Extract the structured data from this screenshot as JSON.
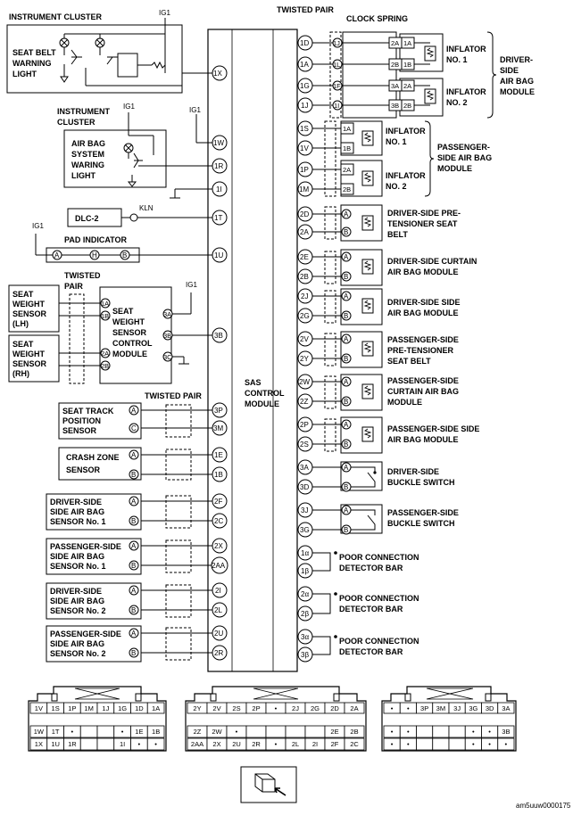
{
  "diagram": {
    "center_module": [
      "SAS",
      "CONTROL",
      "MODULE"
    ],
    "left_labels": {
      "instrument_cluster_1": "INSTRUMENT CLUSTER",
      "ig_top": "IG1",
      "seat_belt_light": [
        "SEAT BELT",
        "WARNING",
        "LIGHT"
      ],
      "instrument_cluster_2": [
        "INSTRUMENT",
        "CLUSTER"
      ],
      "ig_2": "IG1",
      "ig_3": "IG1",
      "airbag_light": [
        "AIR BAG",
        "SYSTEM",
        "WARING",
        "LIGHT"
      ],
      "dlc": "DLC-2",
      "kln": "KLN",
      "ig_pad": "IG1",
      "pad_indicator": "PAD INDICATOR",
      "twisted_pair_left": [
        "TWISTED",
        "PAIR"
      ],
      "ig_ws": "IG1",
      "seat_weight_lh": [
        "SEAT",
        "WEIGHT",
        "SENSOR",
        "(LH)"
      ],
      "seat_weight_rh": [
        "SEAT",
        "WEIGHT",
        "SENSOR",
        "(RH)"
      ],
      "sws_module": [
        "SEAT",
        "WEIGHT",
        "SENSOR",
        "CONTROL",
        "MODULE"
      ],
      "twisted_pair_mid": "TWISTED PAIR",
      "seat_track": [
        "SEAT TRACK",
        "POSITION",
        "SENSOR"
      ],
      "crash_zone": [
        "CRASH ZONE",
        "SENSOR"
      ],
      "ds_sensor1": [
        "DRIVER-SIDE",
        "SIDE AIR BAG",
        "SENSOR No. 1"
      ],
      "ps_sensor1": [
        "PASSENGER-SIDE",
        "SIDE AIR BAG",
        "SENSOR No. 1"
      ],
      "ds_sensor2": [
        "DRIVER-SIDE",
        "SIDE AIR BAG",
        "SENSOR No. 2"
      ],
      "ps_sensor2": [
        "PASSENGER-SIDE",
        "SIDE AIR BAG",
        "SENSOR No. 2"
      ]
    },
    "right_labels": {
      "twisted_pair_top": "TWISTED PAIR",
      "clock_spring": "CLOCK SPRING",
      "inflator1": [
        "INFLATOR",
        "NO. 1"
      ],
      "inflator2": [
        "INFLATOR",
        "NO. 2"
      ],
      "driver_airbag_module": [
        "DRIVER-",
        "SIDE",
        "AIR BAG",
        "MODULE"
      ],
      "p_inflator1": [
        "INFLATOR",
        "NO. 1"
      ],
      "p_inflator2": [
        "INFLATOR",
        "NO. 2"
      ],
      "passenger_airbag_module": [
        "PASSENGER-",
        "SIDE AIR BAG",
        "MODULE"
      ],
      "ds_pretensioner": [
        "DRIVER-SIDE PRE-",
        "TENSIONER SEAT",
        "BELT"
      ],
      "ds_curtain": [
        "DRIVER-SIDE CURTAIN",
        "AIR BAG MODULE"
      ],
      "ds_side": [
        "DRIVER-SIDE SIDE",
        "AIR BAG MODULE"
      ],
      "ps_pretensioner": [
        "PASSENGER-SIDE",
        "PRE-TENSIONER",
        "SEAT BELT"
      ],
      "ps_curtain": [
        "PASSENGER-SIDE",
        "CURTAIN AIR BAG",
        "MODULE"
      ],
      "ps_side": [
        "PASSENGER-SIDE SIDE",
        "AIR BAG MODULE"
      ],
      "ds_buckle": [
        "DRIVER-SIDE",
        "BUCKLE SWITCH"
      ],
      "ps_buckle": [
        "PASSENGER-SIDE",
        "BUCKLE SWITCH"
      ],
      "pcdb1": [
        "POOR CONNECTION",
        "DETECTOR BAR"
      ],
      "pcdb2": [
        "POOR CONNECTION",
        "DETECTOR BAR"
      ],
      "pcdb3": [
        "POOR CONNECTION",
        "DETECTOR BAR"
      ]
    },
    "left_pins": [
      "1X",
      "1W",
      "1R",
      "1I",
      "1T",
      "1U",
      "3B",
      "3P",
      "3M",
      "1E",
      "1B",
      "2F",
      "2C",
      "2X",
      "2AA",
      "2I",
      "2L",
      "2U",
      "2R"
    ],
    "right_pins": [
      "1D",
      "1A",
      "1G",
      "1J",
      "1S",
      "1V",
      "1P",
      "1M",
      "2D",
      "2A",
      "2E",
      "2B",
      "2J",
      "2G",
      "2V",
      "2Y",
      "2W",
      "2Z",
      "2P",
      "2S",
      "3A",
      "3D",
      "3J",
      "3G",
      "1α",
      "1β",
      "2α",
      "2β",
      "3α",
      "3β"
    ],
    "small_pins": {
      "a": "A",
      "b": "B",
      "c": "C",
      "h": "H",
      "k1a": "1A",
      "k1b": "1B",
      "k2a": "2A",
      "k2b": "2B",
      "k3a": "3A",
      "k3b": "3B",
      "k3c": "3C",
      "cs1j": "1J",
      "cs1l": "1L",
      "cs1f": "1F",
      "cs1i": "1I",
      "i1": "2A",
      "i2": "2B",
      "i3": "1A",
      "i4": "1B",
      "i5": "3A",
      "i6": "3B",
      "i7": "2A",
      "i8": "2B"
    },
    "connectors": {
      "c1": {
        "top": [
          "1V",
          "1S",
          "1P",
          "1M",
          "1J",
          "1G",
          "1D",
          "1A"
        ],
        "mid": [
          "1W",
          "1T",
          "•",
          "",
          "",
          "•",
          "1E",
          "1B"
        ],
        "bot": [
          "1X",
          "1U",
          "1R",
          "",
          "",
          "1I",
          "•",
          "•"
        ]
      },
      "c2": {
        "top": [
          "2Y",
          "2V",
          "2S",
          "2P",
          "•",
          "2J",
          "2G",
          "2D",
          "2A"
        ],
        "mid": [
          "2Z",
          "2W",
          "•",
          "",
          "",
          "",
          "",
          "2E",
          "2B"
        ],
        "bot": [
          "2AA",
          "2X",
          "2U",
          "2R",
          "•",
          "2L",
          "2I",
          "2F",
          "2C"
        ]
      },
      "c3": {
        "top": [
          "•",
          "•",
          "3P",
          "3M",
          "3J",
          "3G",
          "3D",
          "3A"
        ],
        "mid": [
          "•",
          "•",
          "",
          "",
          "",
          "•",
          "•",
          "3B"
        ],
        "bot": [
          "•",
          "•",
          "",
          "",
          "",
          "•",
          "•",
          "•"
        ]
      }
    },
    "figure_code": "am5uuw0000175"
  }
}
